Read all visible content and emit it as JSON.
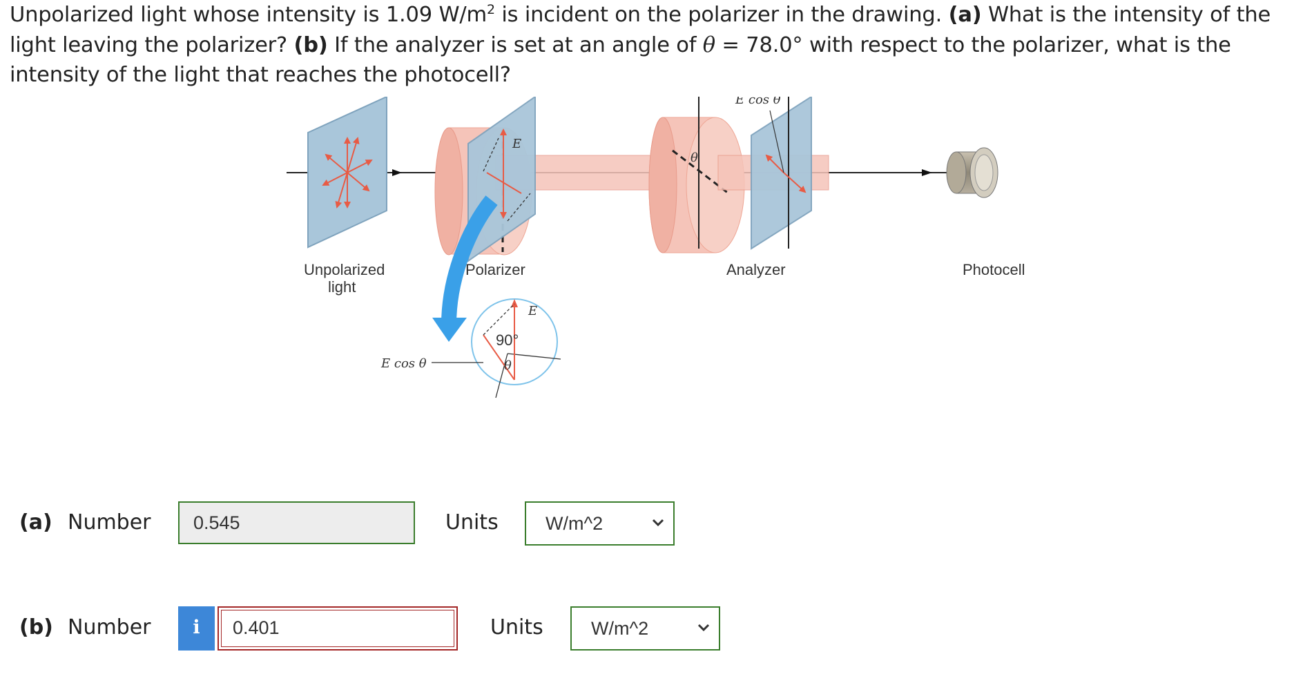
{
  "question": {
    "t1": "Unpolarized light whose intensity is 1.09 W/m",
    "sup": "2",
    "t2": " is incident on the polarizer in the drawing. ",
    "a_label": "(a)",
    "t3": " What is the intensity of the light leaving the polarizer? ",
    "b_label": "(b)",
    "t4": " If the analyzer is set at an angle of ",
    "theta": "θ",
    "t5": " = 78.0° with respect to the polarizer, what is the intensity of the light that reaches the photocell?"
  },
  "figure": {
    "labels": {
      "unpolarized": "Unpolarized",
      "light": "light",
      "polarizer": "Polarizer",
      "analyzer": "Analyzer",
      "photocell": "Photocell"
    },
    "E": "E",
    "E_cos_theta": "E cos θ",
    "theta": "θ",
    "angle_90": "90°",
    "colors": {
      "panel": "#a9c6da",
      "disc": "#f5c4b9",
      "arrow": "#e85b45",
      "bend_arrow": "#3aa0e8"
    }
  },
  "part_a": {
    "label": "(a)",
    "number_label": "Number",
    "value": "0.545",
    "units_label": "Units",
    "unit": "W/m^2"
  },
  "part_b": {
    "label": "(b)",
    "number_label": "Number",
    "info_icon": "i",
    "value": "0.401",
    "units_label": "Units",
    "unit": "W/m^2"
  }
}
